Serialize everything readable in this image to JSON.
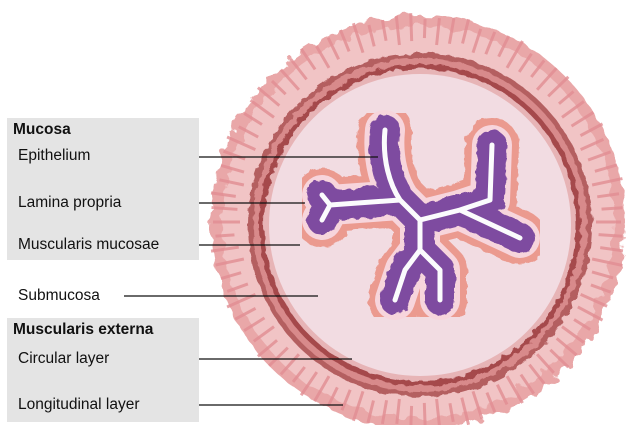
{
  "labels": {
    "mucosa": {
      "header": "Mucosa",
      "items": [
        "Epithelium",
        "Lamina propria",
        "Muscularis mucosae"
      ]
    },
    "submucosa": "Submucosa",
    "muscularis_externa": {
      "header": "Muscularis externa",
      "items": [
        "Circular layer",
        "Longitudinal layer"
      ]
    }
  },
  "colors": {
    "label_box": "#e4e4e4",
    "outer_muscle": "#e9a7a8",
    "circular_muscle": "#b45e60",
    "submucosa": "#f2dce2",
    "muscularis_mucosae": "#eb9a8f",
    "epithelium": "#7e4ca0",
    "lumen": "#fbfbfd"
  }
}
